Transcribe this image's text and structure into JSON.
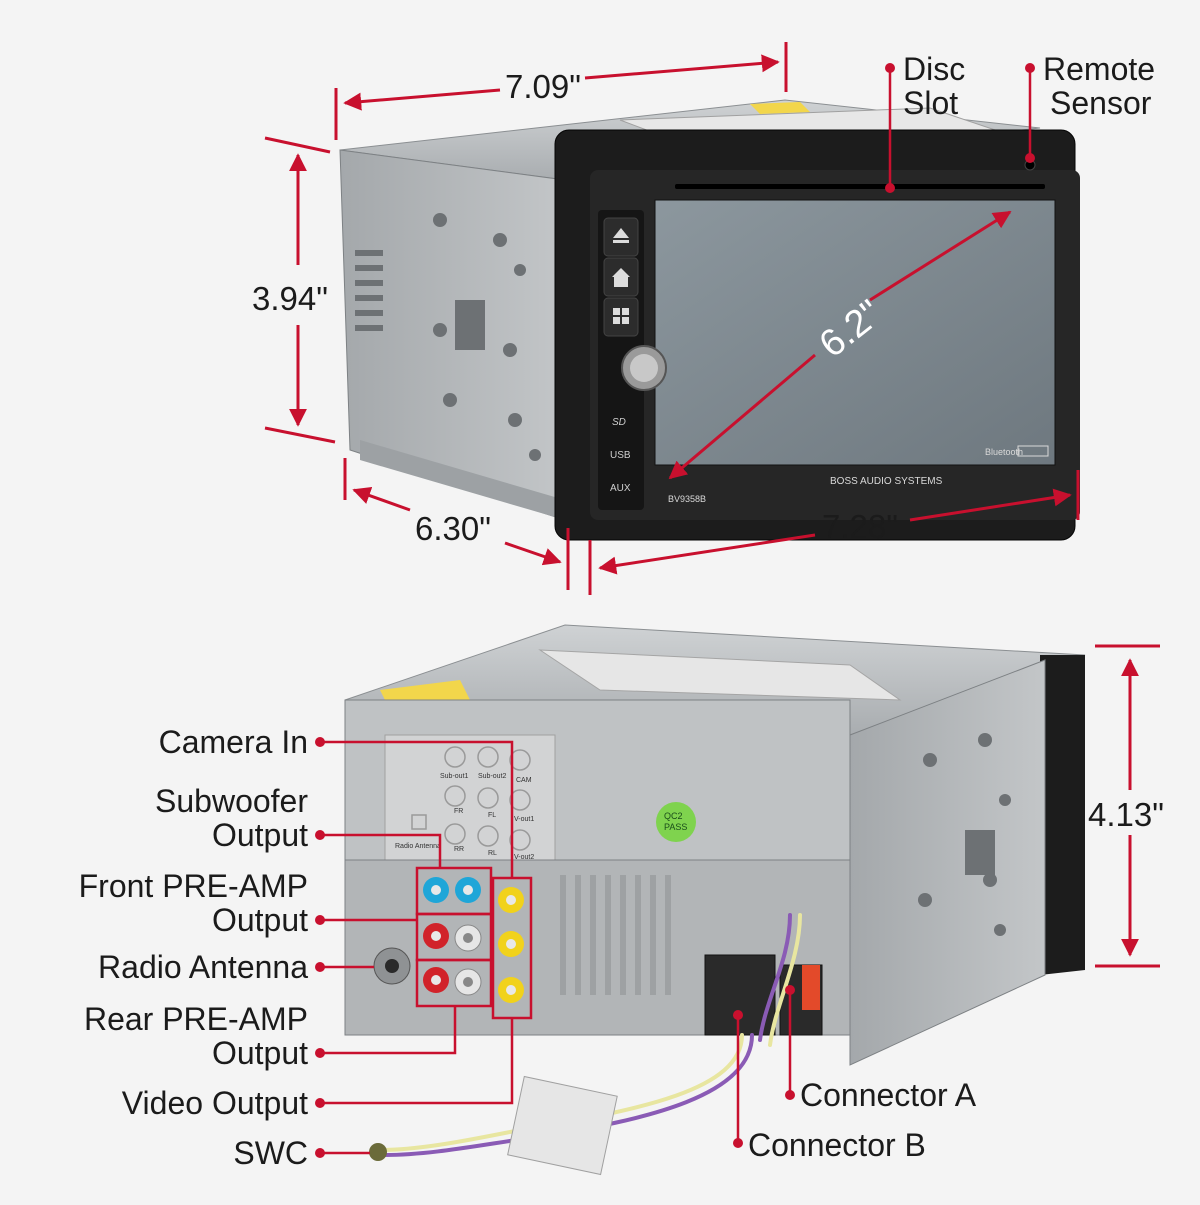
{
  "colors": {
    "accent": "#c8102e",
    "background": "#f4f4f4",
    "chassis": "#b9bcbf",
    "bezel": "#1a1a1a",
    "screen": "#7f8a92"
  },
  "dimensions": {
    "width_top": "7.09\"",
    "height_side": "3.94\"",
    "depth": "6.30\"",
    "front_width": "7.28\"",
    "screen_diagonal": "6.2\"",
    "rear_height": "4.13\""
  },
  "callouts_front": {
    "disc_slot": [
      "Disc",
      "Slot"
    ],
    "remote_sensor": [
      "Remote",
      "Sensor"
    ]
  },
  "callouts_rear": {
    "camera_in": "Camera In",
    "subwoofer_output": [
      "Subwoofer",
      "Output"
    ],
    "front_preamp": [
      "Front PRE-AMP",
      "Output"
    ],
    "radio_antenna": "Radio Antenna",
    "rear_preamp": [
      "Rear PRE-AMP",
      "Output"
    ],
    "video_output": "Video Output",
    "swc": "SWC",
    "connector_a": "Connector A",
    "connector_b": "Connector B"
  },
  "device": {
    "brand": "BOSS AUDIO SYSTEMS",
    "model": "BV9358B",
    "bluetooth": "Bluetooth",
    "sd": "SD",
    "usb": "USB",
    "aux": "AUX",
    "qc": [
      "QC2",
      "PASS"
    ],
    "jacks": {
      "sub_out1": "Sub-out1",
      "sub_out2": "Sub-out2",
      "cam": "CAM",
      "fr": "FR",
      "fl": "FL",
      "vout1": "V-out1",
      "radio_antenna": "Radio Antenna",
      "rr": "RR",
      "rl": "RL",
      "vout2": "V-out2"
    }
  }
}
